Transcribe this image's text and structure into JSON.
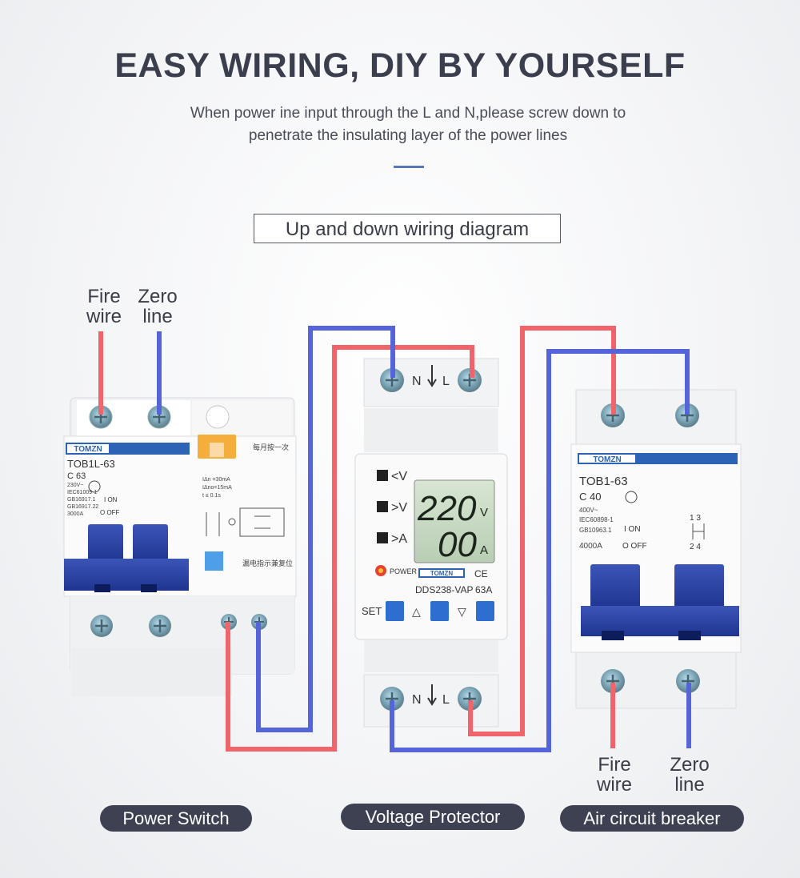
{
  "header": {
    "title": "EASY WIRING, DIY BY YOURSELF",
    "subtitle_line1": "When power ine input through the L and N,please screw down to",
    "subtitle_line2": "penetrate the insulating layer of the power lines"
  },
  "diagram_label": "Up and down wiring diagram",
  "left_labels": {
    "fire_1": "Fire",
    "fire_2": "wire",
    "zero_1": "Zero",
    "zero_2": "line"
  },
  "right_labels": {
    "fire_1": "Fire",
    "fire_2": "wire",
    "zero_1": "Zero",
    "zero_2": "line"
  },
  "power_switch": {
    "brand": "TOMZN",
    "model": "TOB1L-63",
    "rating": "C 63",
    "spec_lines": [
      "230V~",
      "IEC61009-1",
      "GB16917.1",
      "GB16917.22",
      "3000A"
    ],
    "on_label": "I ON",
    "off_label": "O OFF",
    "note_top": "每月按一次",
    "note_bottom": "漏电指示兼复位",
    "leak_lines": [
      "IΔn =30mA",
      "IΔno=15mA",
      "t ≤ 0.1s"
    ],
    "caption": "Power Switch"
  },
  "voltage_protector": {
    "terminal_n": "N",
    "terminal_l": "L",
    "indicators": [
      "<V",
      ">V",
      ">A"
    ],
    "voltage": "220",
    "voltage_unit": "V",
    "current": "00",
    "current_unit": "A",
    "power_label": "POWER",
    "brand": "TOMZN",
    "ce_mark": "CE",
    "model": "DDS238-VAP",
    "amps": "63A",
    "set_label": "SET",
    "up_symbol": "△",
    "down_symbol": "▽",
    "caption": "Voltage Protector"
  },
  "air_breaker": {
    "brand": "TOMZN",
    "model": "TOB1-63",
    "rating": "C 40",
    "spec_lines": [
      "400V~",
      "IEC60898-1",
      "GB10963.1",
      "4000A"
    ],
    "on_label": "I ON",
    "off_label": "O OFF",
    "pole_top": "1  3",
    "pole_bottom": "2  4",
    "caption": "Air circuit breaker"
  },
  "colors": {
    "fire_wire": "#f0646a",
    "zero_wire": "#5564d8",
    "breaker_blue": "#2f47a8",
    "pill": "#3d4152"
  }
}
